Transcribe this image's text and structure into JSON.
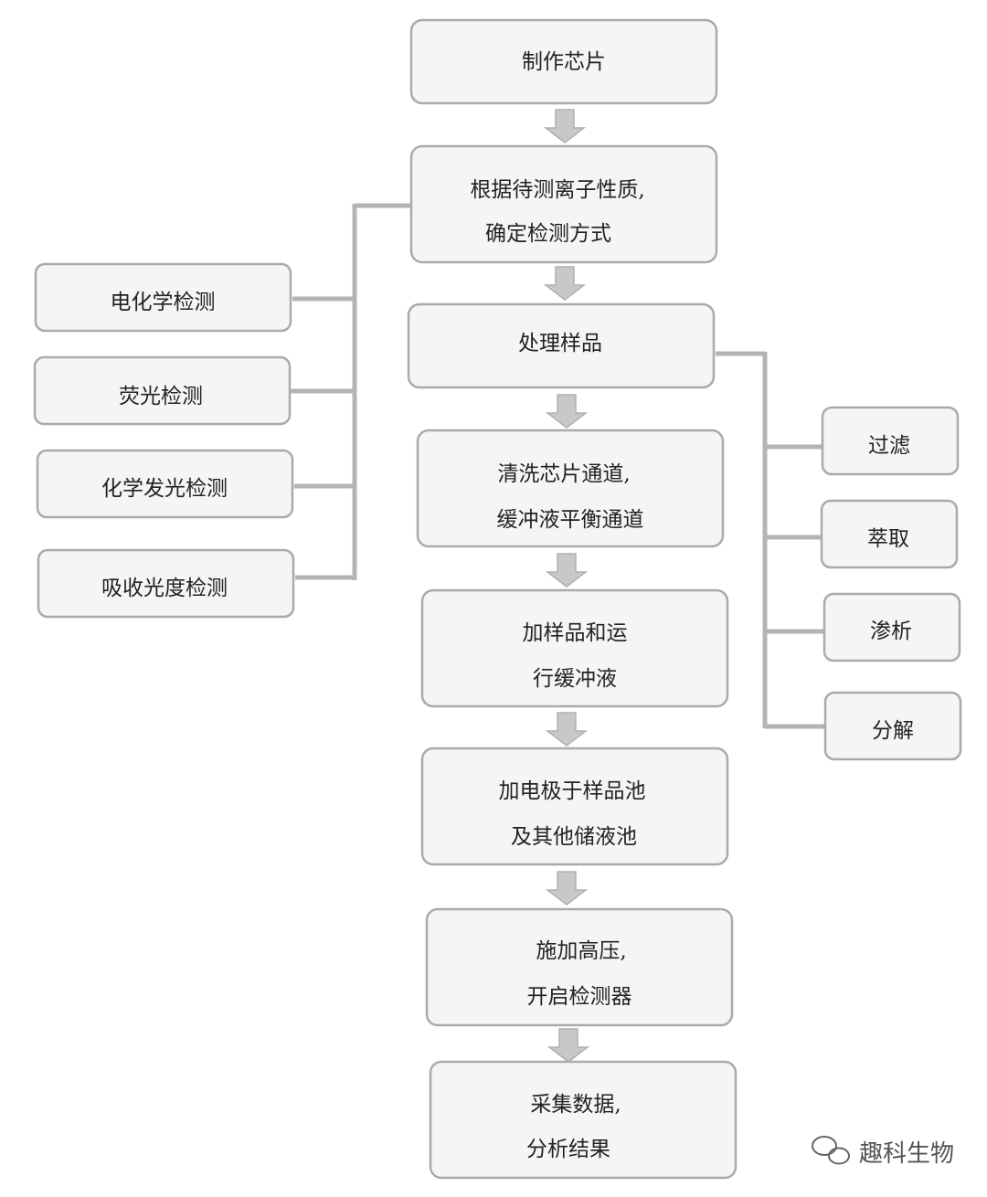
{
  "main_steps": [
    {
      "lines": [
        "制作芯片"
      ]
    },
    {
      "lines": [
        "根据待测离子性质,",
        "确定检测方式"
      ]
    },
    {
      "lines": [
        "处理样品"
      ]
    },
    {
      "lines": [
        "清洗芯片通道,",
        "缓冲液平衡通道"
      ]
    },
    {
      "lines": [
        "加样品和运",
        "行缓冲液"
      ]
    },
    {
      "lines": [
        "加电极于样品池",
        "及其他储液池"
      ]
    },
    {
      "lines": [
        "施加高压,",
        "开启检测器"
      ]
    },
    {
      "lines": [
        "采集数据,",
        "分析结果"
      ]
    }
  ],
  "detection_methods": [
    "电化学检测",
    "荧光检测",
    "化学发光检测",
    "吸收光度检测"
  ],
  "sample_processing_methods": [
    "过滤",
    "萃取",
    "渗析",
    "分解"
  ],
  "watermark": "趣科生物",
  "colors": {
    "box_fill": "#f5f5f5",
    "box_border": "#aaaaaa",
    "connector": "#b4b4b4",
    "arrow": "#c8c8c8"
  }
}
